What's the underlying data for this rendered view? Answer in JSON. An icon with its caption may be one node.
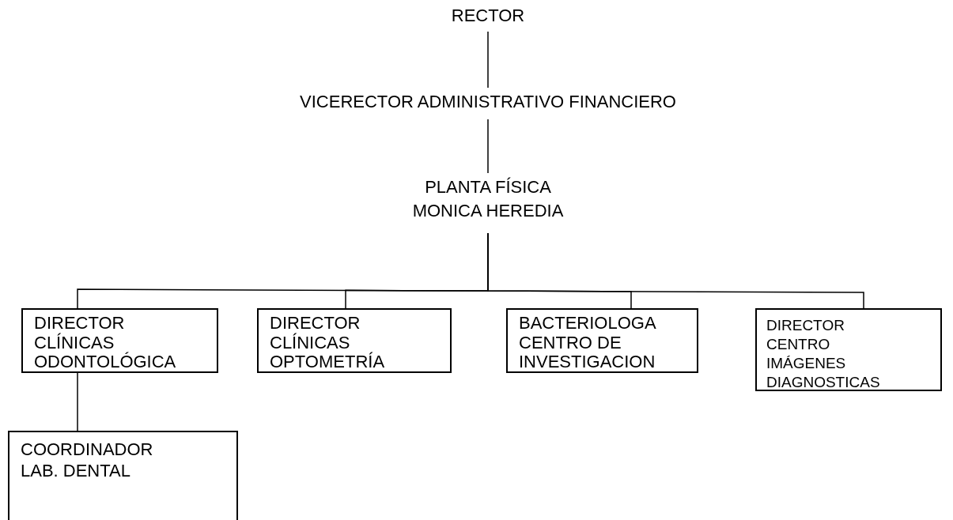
{
  "diagram": {
    "nodes": [
      {
        "text": [
          "RECTOR"
        ]
      },
      {
        "text": [
          "VICERECTOR ADMINISTRATIVO FINANCIERO"
        ]
      },
      {
        "text": [
          "PLANTA FÍSICA MONICA HEREDIA"
        ]
      },
      {
        "text": [
          "DIRECTOR CLÍNICAS ODONTOLÓGICA"
        ]
      },
      {
        "text": [
          "DIRECTOR CLÍNICAS OPTOMETRÍA"
        ]
      },
      {
        "text": [
          "BACTERIOLOGA CENTRO DE INVESTIGACION"
        ]
      },
      {
        "text": [
          "DIRECTOR CENTRO IMÁGENES DIAGNOSTICAS"
        ]
      },
      {
        "text": [
          "COORDINADOR LAB. DENTAL"
        ]
      }
    ],
    "edges": [
      {
        "from": 0,
        "to": 1,
        "arrow": "none"
      },
      {
        "from": 1,
        "to": 2,
        "arrow": "none"
      },
      {
        "from": 2,
        "to": 3,
        "arrow": "none"
      },
      {
        "from": 2,
        "to": 4,
        "arrow": "none"
      },
      {
        "from": 2,
        "to": 5,
        "arrow": "none"
      },
      {
        "from": 2,
        "to": 6,
        "arrow": "none"
      },
      {
        "from": 3,
        "to": 7,
        "arrow": "none"
      }
    ]
  }
}
